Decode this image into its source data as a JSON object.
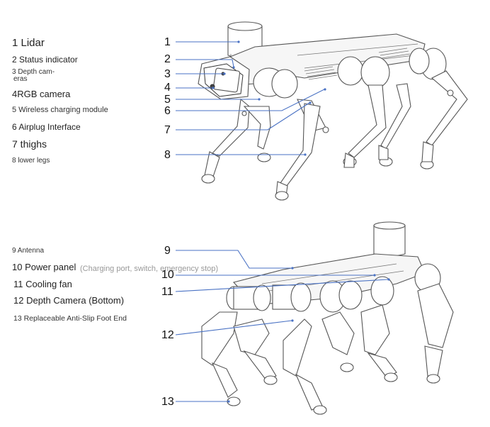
{
  "legend_top": [
    {
      "num": "1",
      "text": "1 Lidar"
    },
    {
      "num": "2",
      "text": "2 Status indicator"
    },
    {
      "num": "3",
      "text": "3 Depth cam-",
      "text2": "eras"
    },
    {
      "num": "4",
      "text": "4RGB camera"
    },
    {
      "num": "5",
      "text": "5 Wireless charging module"
    },
    {
      "num": "6",
      "text": "6 Airplug Interface"
    },
    {
      "num": "7",
      "text": "7 thighs"
    },
    {
      "num": "8",
      "text": "8 lower legs"
    }
  ],
  "legend_bottom": [
    {
      "num": "9",
      "text": "9 Antenna"
    },
    {
      "num": "10",
      "text": "10 Power panel",
      "note": "(Charging port, switch, emergency stop)"
    },
    {
      "num": "11",
      "text": "11 Cooling fan"
    },
    {
      "num": "12",
      "text": "12 Depth Camera (Bottom)"
    },
    {
      "num": "13",
      "text": "13 Replaceable Anti-Slip Foot End"
    }
  ],
  "callouts_top": [
    "1",
    "2",
    "3",
    "4",
    "5",
    "6",
    "7",
    "8"
  ],
  "callouts_bottom": [
    "9",
    "10",
    "11",
    "12",
    "13"
  ],
  "colors": {
    "leader": "#4a72c4",
    "outline": "#555555"
  }
}
